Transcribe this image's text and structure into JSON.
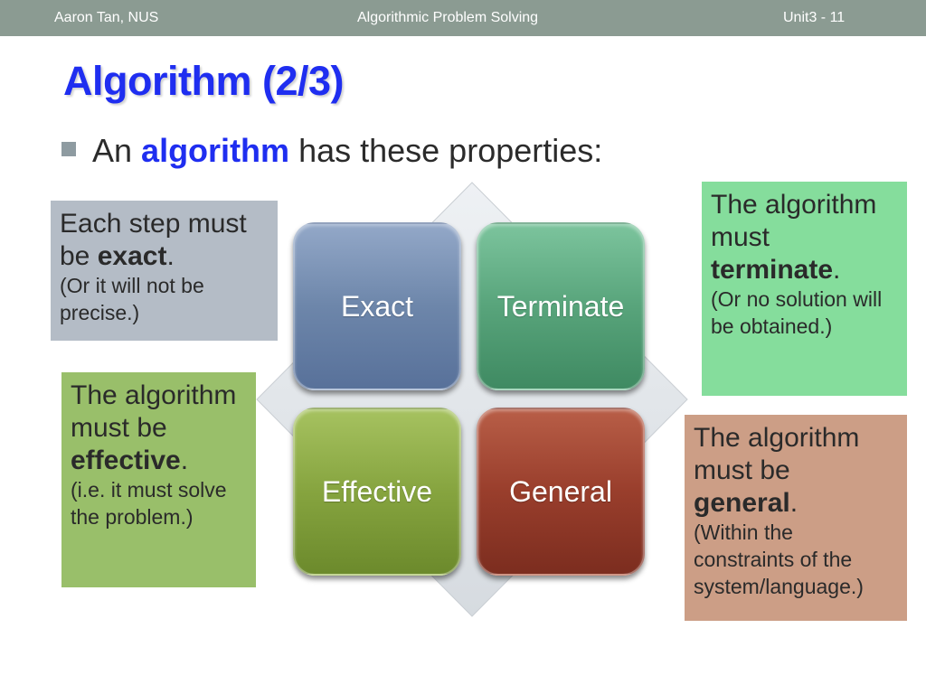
{
  "header": {
    "author": "Aaron Tan, NUS",
    "course": "Algorithmic Problem Solving",
    "unit": "Unit3 - 11"
  },
  "slide": {
    "title": "Algorithm (2/3)",
    "bullet": {
      "prefix": "An ",
      "keyword": "algorithm",
      "suffix": " has these properties:"
    }
  },
  "tiles": {
    "exact": "Exact",
    "terminate": "Terminate",
    "effective": "Effective",
    "general": "General"
  },
  "notes": {
    "exact": {
      "lead": "Each step must be ",
      "keyword": "exact",
      "end": ".",
      "detail": "(Or it will not be precise.)"
    },
    "terminate": {
      "lead": "The algorithm must ",
      "keyword": "terminate",
      "end": ".",
      "detail": "(Or no solution will be obtained.)"
    },
    "effective": {
      "lead": "The algorithm must be ",
      "keyword": "effective",
      "end": ".",
      "detail": "(i.e. it must solve the problem.)"
    },
    "general": {
      "lead": "The algorithm must be ",
      "keyword": "general",
      "end": ".",
      "detail": "(Within the constraints of the system/language.)"
    }
  },
  "colors": {
    "header_bg": "#8b9b92",
    "title": "#1f2ef0",
    "tile_exact": "#6d86aa",
    "tile_terminate": "#58a47b",
    "tile_effective": "#86a43f",
    "tile_general": "#993e2c",
    "note_exact": "#b4bcc6",
    "note_terminate": "#85dd9c",
    "note_effective": "#99bf6a",
    "note_general": "#cc9e86"
  }
}
